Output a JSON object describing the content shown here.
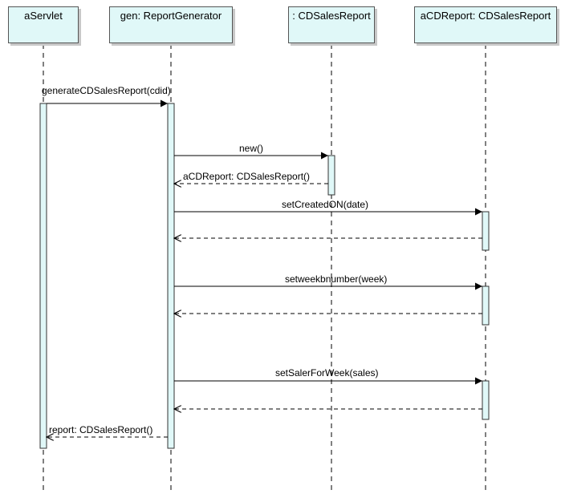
{
  "colors": {
    "activation_fill": "#e0f8f8",
    "line": "#000000",
    "header_fill": "#e0f8f8"
  },
  "lifelines": [
    {
      "id": "servlet",
      "label": "aServlet"
    },
    {
      "id": "gen",
      "label": "gen:  ReportGenerator"
    },
    {
      "id": "report",
      "label": ":  CDSalesReport"
    },
    {
      "id": "acd",
      "label": "aCDReport:  CDSalesReport"
    }
  ],
  "messages": [
    {
      "label": "generateCDSalesReport(cdid)",
      "kind": "call"
    },
    {
      "label": "new()",
      "kind": "call"
    },
    {
      "label": "aCDReport:  CDSalesReport()",
      "kind": "return"
    },
    {
      "label": "setCreatedON(date)",
      "kind": "call"
    },
    {
      "label": "",
      "kind": "return"
    },
    {
      "label": "setweekbnumber(week)",
      "kind": "call"
    },
    {
      "label": "",
      "kind": "return"
    },
    {
      "label": "setSalerForWeek(sales)",
      "kind": "call"
    },
    {
      "label": "",
      "kind": "return"
    },
    {
      "label": "report:  CDSalesReport()",
      "kind": "return"
    }
  ]
}
